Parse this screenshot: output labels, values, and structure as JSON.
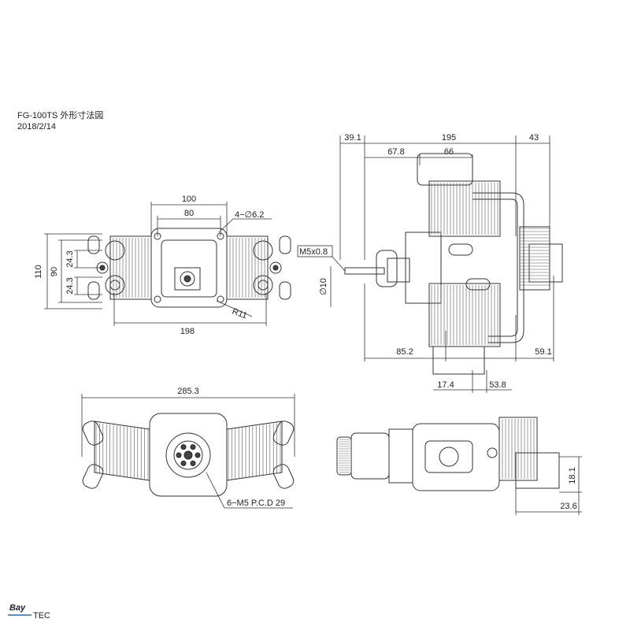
{
  "title": {
    "name": "FG-100TS 外形寸法図",
    "date": "2018/2/14"
  },
  "front_view": {
    "dim_width_total": "100",
    "dim_width_inner": "80",
    "dim_holes": "4−∅6.2",
    "dim_height_total": "110",
    "dim_height_inner": "90",
    "dim_half_upper": "24.3",
    "dim_half_lower": "24.3",
    "dim_radius": "R11",
    "dim_span": "198"
  },
  "side_view": {
    "dim_a": "39.1",
    "dim_b": "195",
    "dim_c": "43",
    "dim_d": "67.8",
    "dim_e": "66",
    "dim_thread": "M5x0.8",
    "dim_shaft": "∅10",
    "dim_f": "85.2",
    "dim_g": "59.1",
    "dim_h": "17.4",
    "dim_i": "53.8"
  },
  "top_view": {
    "dim_width": "285.3",
    "dim_pcd": "6−M5 P.C.D 29"
  },
  "bottom_view": {
    "dim_vertical": "18.1",
    "dim_horizontal": "23.6"
  },
  "logo": {
    "text": "Bay",
    "sub": "TEC",
    "color": "#1f6fb5"
  }
}
